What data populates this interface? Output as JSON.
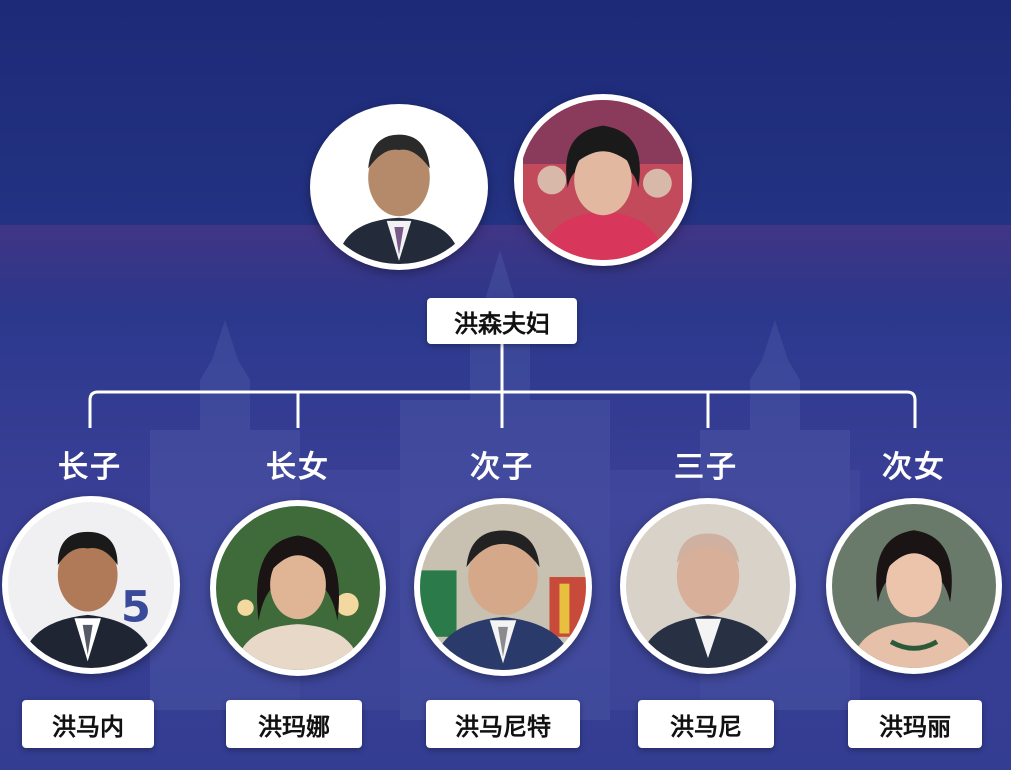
{
  "parents": {
    "label": "洪森夫妇",
    "photos": [
      {
        "icon": "man-portrait-icon"
      },
      {
        "icon": "woman-portrait-icon"
      }
    ]
  },
  "children": [
    {
      "role": "长子",
      "name": "洪马内"
    },
    {
      "role": "长女",
      "name": "洪玛娜"
    },
    {
      "role": "次子",
      "name": "洪马尼特"
    },
    {
      "role": "三子",
      "name": "洪马尼"
    },
    {
      "role": "次女",
      "name": "洪玛丽"
    }
  ],
  "colors": {
    "background_top": "#1c2a78",
    "background_bottom": "#333d91",
    "line": "#ffffff",
    "label_bg": "#ffffff"
  }
}
